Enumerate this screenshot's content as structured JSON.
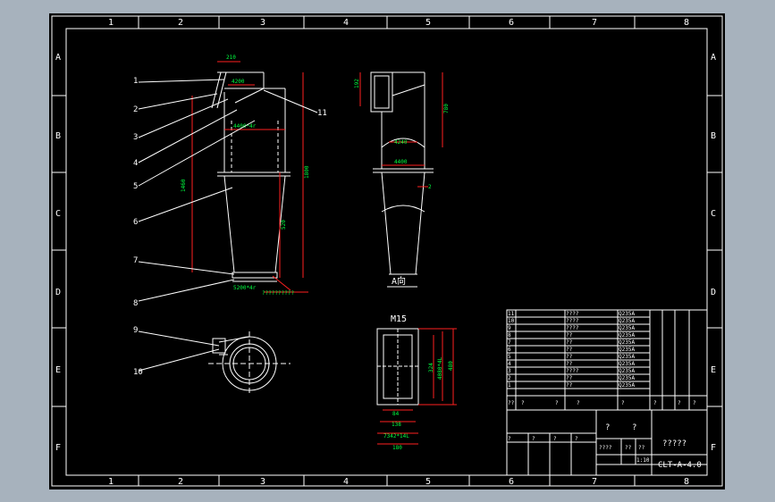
{
  "border": {
    "columns": [
      "1",
      "2",
      "3",
      "4",
      "5",
      "6",
      "7",
      "8"
    ],
    "rows": [
      "A",
      "B",
      "C",
      "D",
      "E",
      "F"
    ]
  },
  "callouts": [
    "1",
    "2",
    "3",
    "4",
    "5",
    "6",
    "7",
    "8",
    "9",
    "10",
    "11"
  ],
  "dims_main": {
    "top_width": "210",
    "inlet": "4200",
    "dia": "4400*4r",
    "height": "1460",
    "height_total": "1800",
    "cone": "520",
    "outlet": "5200*4r",
    "note": "??????????"
  },
  "dims_side": {
    "inlet_h": "192",
    "upper": "780",
    "d1": "4240",
    "d2": "4400",
    "small": "2"
  },
  "detail": {
    "title": "A向",
    "scale": "M15",
    "w1": "84",
    "w2": "138",
    "w3": "7342*14L",
    "w4": "180",
    "h1": "4080*4L",
    "h2": "480",
    "h3": "324"
  },
  "parts_table": {
    "rows": [
      {
        "no": "11",
        "name": "????",
        "material": "Q235A"
      },
      {
        "no": "10",
        "name": "????",
        "material": "Q235A"
      },
      {
        "no": "9",
        "name": "????",
        "material": "Q235A"
      },
      {
        "no": "8",
        "name": "??",
        "material": "Q235A"
      },
      {
        "no": "7",
        "name": "??",
        "material": "Q235A"
      },
      {
        "no": "6",
        "name": "??",
        "material": "Q235A"
      },
      {
        "no": "5",
        "name": "??",
        "material": "Q235A"
      },
      {
        "no": "4",
        "name": "??",
        "material": "Q235A"
      },
      {
        "no": "3",
        "name": "????",
        "material": "Q235A"
      },
      {
        "no": "2",
        "name": "??",
        "material": "Q235A"
      },
      {
        "no": "1",
        "name": "??",
        "material": "Q235A"
      }
    ],
    "header": [
      "??",
      "?",
      "?",
      "?",
      "?",
      "?",
      "?",
      "?"
    ]
  },
  "title_block": {
    "label1": "?",
    "label2": "?",
    "company": "?????",
    "drawing_no": "CLT-A-4.0",
    "scale_row": [
      "????",
      "??",
      "??"
    ],
    "scale": "1:10",
    "small": [
      "?",
      "?",
      "?",
      "?"
    ]
  }
}
